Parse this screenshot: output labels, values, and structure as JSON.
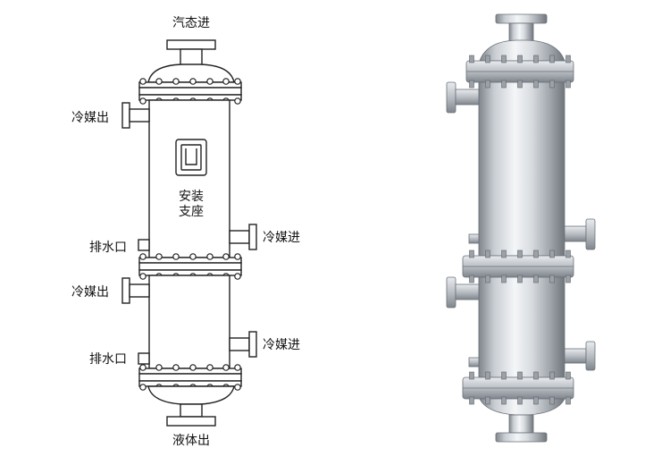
{
  "labels": {
    "steam_in": "汽态进",
    "coolant_out_1": "冷媒出",
    "coolant_in_1": "冷媒进",
    "drain_1": "排水口",
    "coolant_out_2": "冷媒出",
    "coolant_in_2": "冷媒进",
    "drain_2": "排水口",
    "liquid_out": "液体出",
    "support_line1": "安装",
    "support_line2": "支座"
  },
  "colors": {
    "line": "#222222",
    "steel_dark": "#8a8f95",
    "steel_light": "#f2f4f6",
    "background": "#ffffff"
  }
}
